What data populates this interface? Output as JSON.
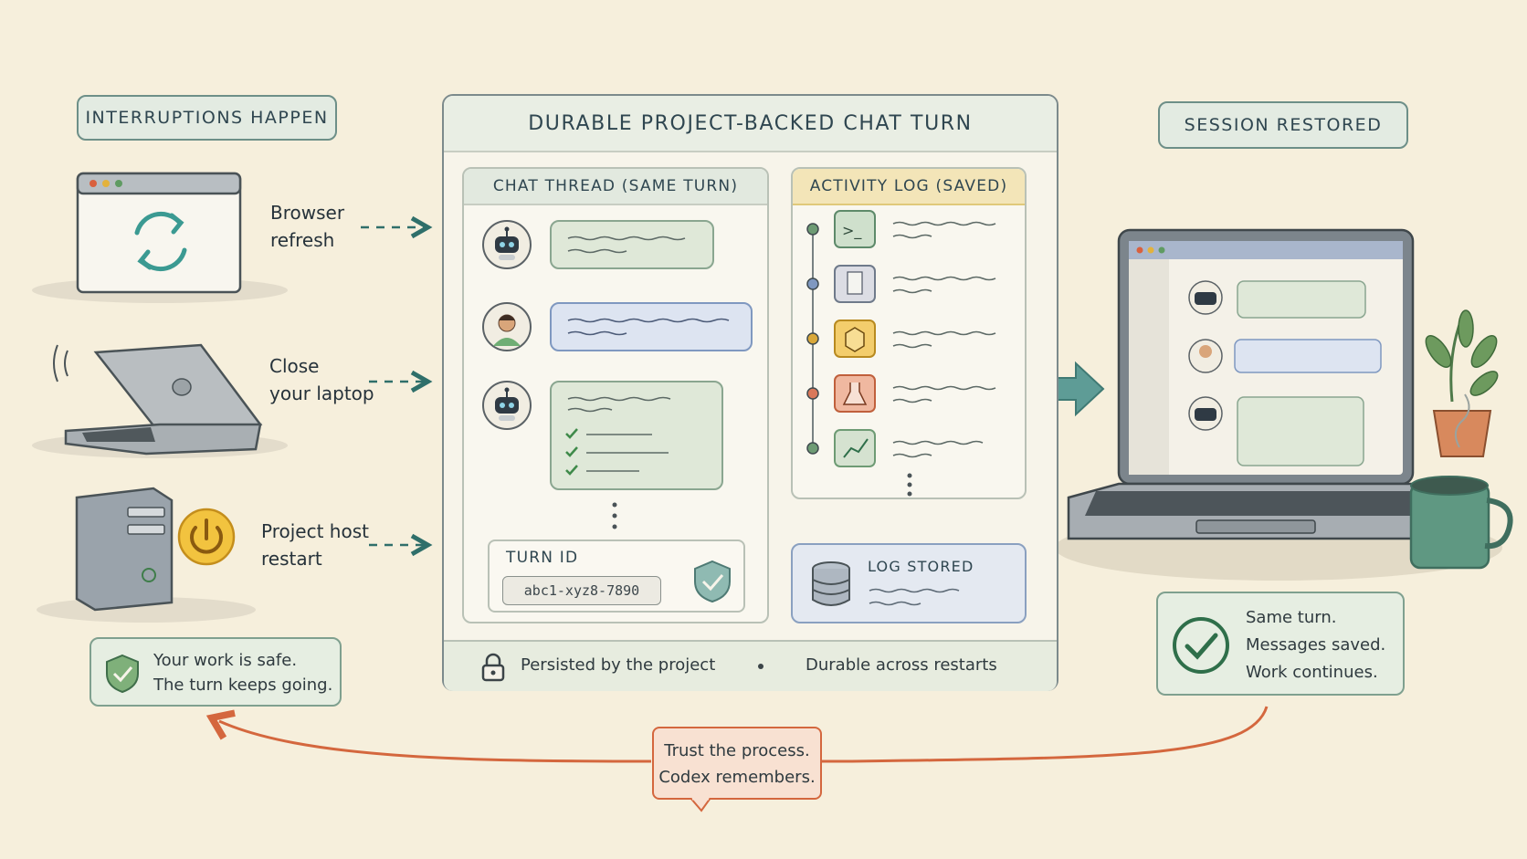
{
  "left": {
    "header": "INTERRUPTIONS HAPPEN",
    "items": [
      {
        "line1": "Browser",
        "line2": "refresh"
      },
      {
        "line1": "Close",
        "line2": "your laptop"
      },
      {
        "line1": "Project host",
        "line2": "restart"
      }
    ],
    "safe_line1": "Your work is safe.",
    "safe_line2": "The turn keeps going."
  },
  "center": {
    "title": "DURABLE PROJECT-BACKED CHAT TURN",
    "chat_header": "CHAT THREAD (SAME TURN)",
    "log_header": "ACTIVITY LOG (SAVED)",
    "turn_id_label": "TURN ID",
    "turn_id_value": "abc1-xyz8-7890",
    "log_stored": "LOG STORED",
    "footer_left": "Persisted by the project",
    "footer_right": "Durable across restarts",
    "log_colors": [
      "#6e9b74",
      "#7f98c0",
      "#d9a83a",
      "#d9785a",
      "#6e9b74"
    ]
  },
  "right": {
    "header": "SESSION RESTORED",
    "line1": "Same turn.",
    "line2": "Messages saved.",
    "line3": "Work continues."
  },
  "bottom": {
    "line1": "Trust the process.",
    "line2": "Codex remembers."
  }
}
